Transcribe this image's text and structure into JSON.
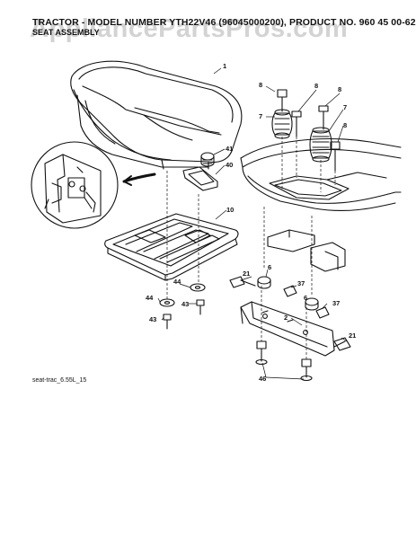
{
  "header": {
    "title": "TRACTOR -  MODEL NUMBER YTH22V46 (96045000200), PRODUCT NO. 960 45 00-62",
    "subtitle": "SEAT ASSEMBLY"
  },
  "watermark": "AppliancePartsPros.com",
  "footer": {
    "code": "seat-trac_6.55L_15"
  },
  "callouts": {
    "c1": "1",
    "c2": "2",
    "c6a": "6",
    "c6b": "6",
    "c7a": "7",
    "c7b": "7",
    "c8a": "8",
    "c8b": "8",
    "c8c": "8",
    "c8d": "8",
    "c10": "10",
    "c21a": "21",
    "c21b": "21",
    "c37a": "37",
    "c37b": "37",
    "c40": "40",
    "c41": "41",
    "c43a": "43",
    "c43b": "43",
    "c44a": "44",
    "c44b": "44",
    "c46": "46"
  }
}
